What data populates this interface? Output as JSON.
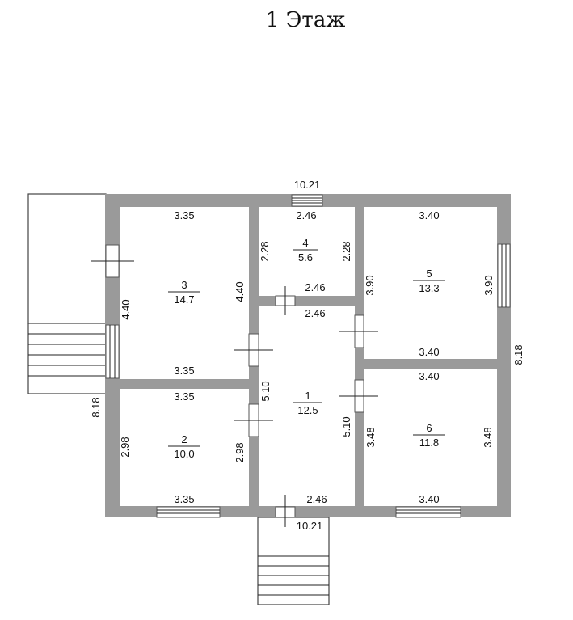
{
  "title": "1 Этаж",
  "overall": {
    "top": "10.21",
    "bottom": "10.21",
    "left": "8.18",
    "right": "8.18"
  },
  "rooms": [
    {
      "id": "1",
      "number": "1",
      "area": "12.5",
      "dims": [
        "2.46",
        "5.10",
        "5.10",
        "2.46"
      ]
    },
    {
      "id": "2",
      "number": "2",
      "area": "10.0",
      "dims": [
        "3.35",
        "2.98",
        "2.98",
        "3.35"
      ]
    },
    {
      "id": "3",
      "number": "3",
      "area": "14.7",
      "dims": [
        "3.35",
        "4.40",
        "4.40",
        "3.35"
      ]
    },
    {
      "id": "4",
      "number": "4",
      "area": "5.6",
      "dims": [
        "2.46",
        "2.28",
        "2.28",
        "2.46"
      ]
    },
    {
      "id": "5",
      "number": "5",
      "area": "13.3",
      "dims": [
        "3.40",
        "3.90",
        "3.90",
        "3.40"
      ]
    },
    {
      "id": "6",
      "number": "6",
      "area": "11.8",
      "dims": [
        "3.40",
        "3.48",
        "3.48",
        "3.40"
      ]
    }
  ]
}
